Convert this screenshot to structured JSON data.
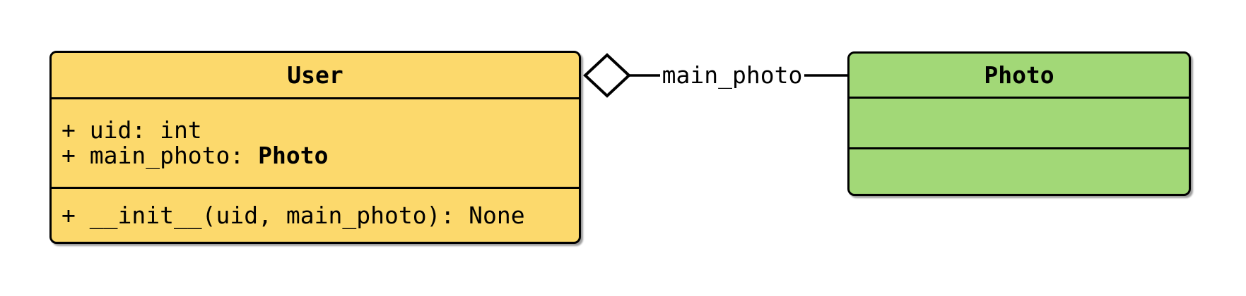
{
  "diagram": {
    "type": "uml-class-diagram",
    "classes": [
      {
        "name": "User",
        "fill": "#FCD96C",
        "attributes": [
          {
            "prefix": "+ uid: int",
            "type": ""
          },
          {
            "prefix": "+ main_photo: ",
            "type": "Photo"
          }
        ],
        "methods": [
          "+ __init__(uid, main_photo): None"
        ]
      },
      {
        "name": "Photo",
        "fill": "#A2D877",
        "attributes": [],
        "methods": []
      }
    ],
    "edge": {
      "label": "main_photo",
      "relation_glyph": "open-diamond-aggregation"
    },
    "colors": {
      "border": "#000000",
      "background": "#FFFFFF",
      "user_fill": "#FCD96C",
      "photo_fill": "#A2D877"
    }
  }
}
